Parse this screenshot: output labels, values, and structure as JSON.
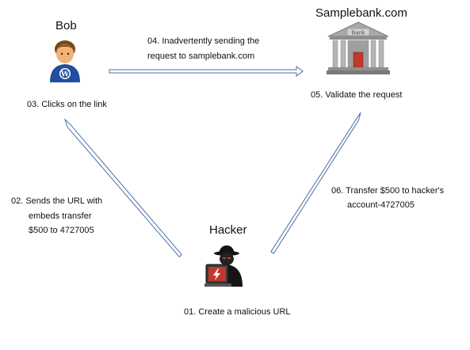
{
  "nodes": {
    "bob": {
      "title": "Bob",
      "icon": "user-wordpress-icon"
    },
    "bank": {
      "title": "Samplebank.com",
      "icon": "bank-building-icon",
      "sign": "Bank"
    },
    "hacker": {
      "title": "Hacker",
      "icon": "hacker-laptop-icon"
    }
  },
  "steps": {
    "s01": "01. Create a malicious URL",
    "s02": [
      "02. Sends the URL with",
      "embeds transfer",
      "$500 to 4727005"
    ],
    "s03": "03. Clicks on the link",
    "s04": [
      "04. Inadvertently sending the",
      "request to samplebank.com"
    ],
    "s05": "05. Validate the request",
    "s06": [
      "06. Transfer $500 to hacker's",
      "account-4727005"
    ]
  },
  "colors": {
    "arrow_outline": "#4a6fa5",
    "bank_gray": "#9a9a9a",
    "user_skin": "#f2b27a",
    "user_hair": "#7a4a1a",
    "user_shirt": "#1f4f9e",
    "hacker_dark": "#151515",
    "hacker_red": "#c0392b"
  }
}
